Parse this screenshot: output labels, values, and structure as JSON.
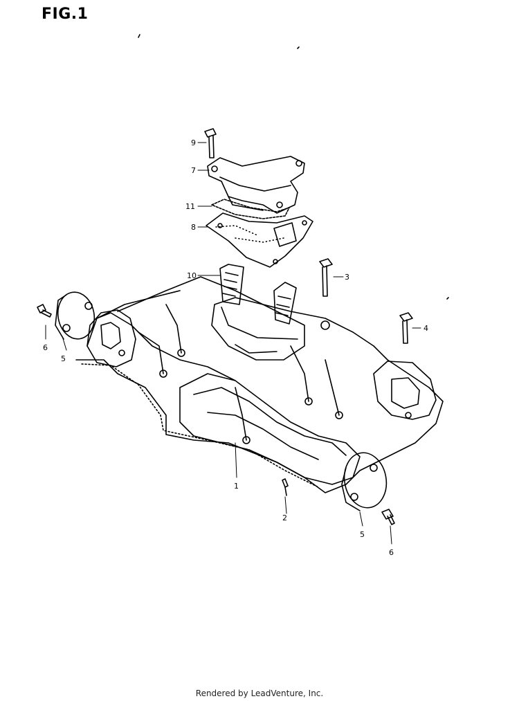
{
  "figure": {
    "title": "FIG.1",
    "footer": "Rendered by LeadVenture, Inc."
  },
  "callouts": {
    "c1": "1",
    "c2": "2",
    "c3": "3",
    "c4": "4",
    "c5_left": "5",
    "c5_right": "5",
    "c6_left": "6",
    "c6_right": "6",
    "c7": "7",
    "c8": "8",
    "c9": "9",
    "c10": "10",
    "c11": "11"
  },
  "colors": {
    "line": "#000000",
    "background": "#ffffff"
  }
}
